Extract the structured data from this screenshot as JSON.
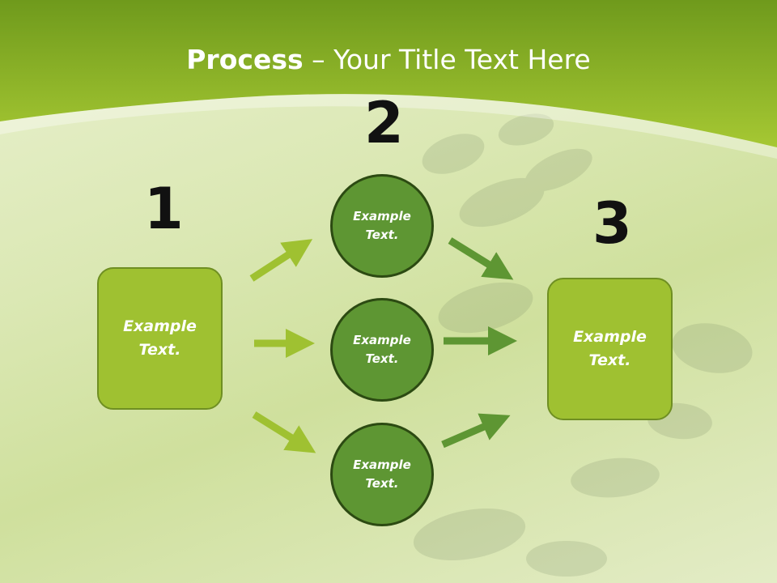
{
  "title": {
    "bold": "Process",
    "rest": " – Your Title Text Here"
  },
  "steps": [
    {
      "number": "1",
      "text": "Example Text."
    },
    {
      "number": "2",
      "circles": [
        "Example Text.",
        "Example Text.",
        "Example Text."
      ]
    },
    {
      "number": "3",
      "text": "Example Text."
    }
  ],
  "colors": {
    "header": "#8cb824",
    "box": "#9fc131",
    "circle": "#5e9633",
    "arrow_light": "#9fc131",
    "arrow_dark": "#5e9633"
  }
}
